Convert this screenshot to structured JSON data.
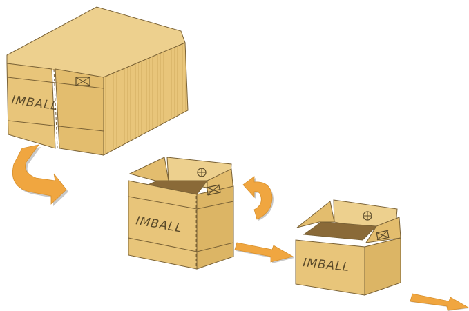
{
  "labels": {
    "flat_stack": "IMBALL",
    "box_open": "IMBALL",
    "box_erected": "IMBALL"
  },
  "colors": {
    "cardboard_front": "#e8c57a",
    "cardboard_side": "#dcb565",
    "cardboard_top": "#edd08e",
    "cardboard_inside": "#8a6a38",
    "outline": "#7a6236",
    "arrow": "#f0a640",
    "arrow_shadow": "#c8c8c8"
  },
  "icons": [
    "fragile-cross-icon",
    "center-mark-icon"
  ]
}
